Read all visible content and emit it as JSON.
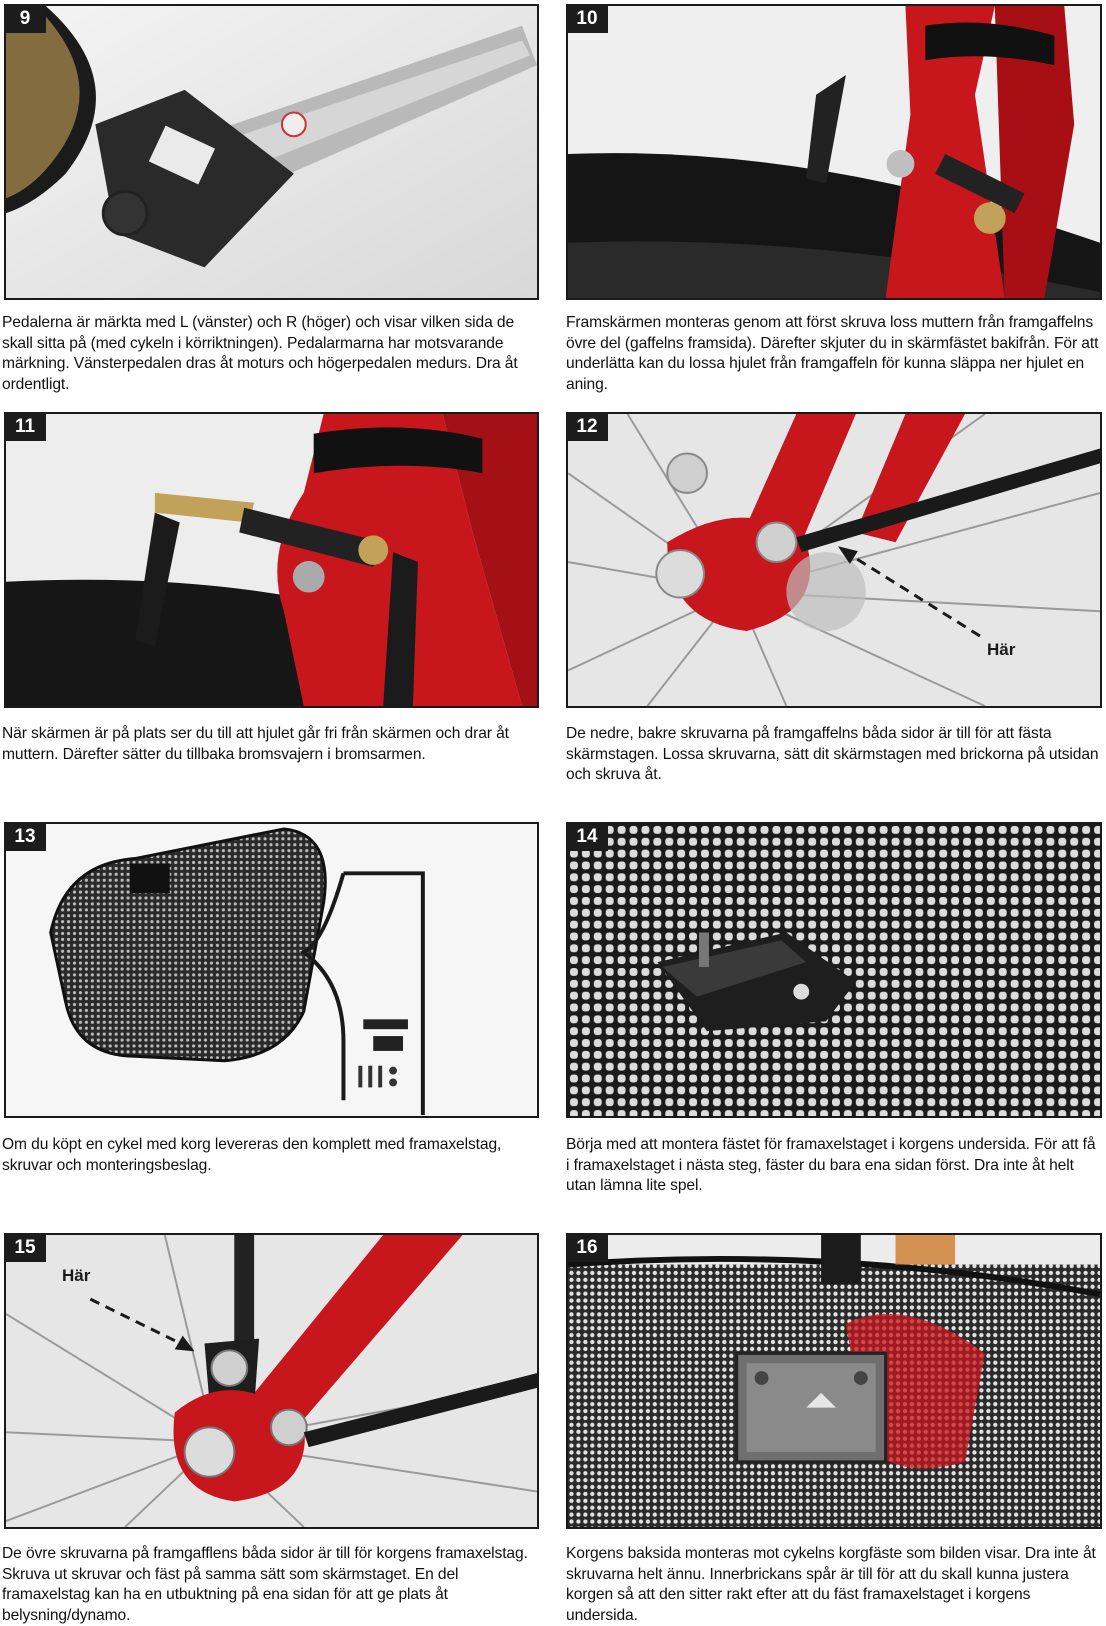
{
  "steps": [
    {
      "number": "9",
      "caption": "Pedalerna är märkta med L (vänster) och R (höger) och visar vilken sida de skall sitta på (med cykeln i körriktningen). Pedalarmarna har motsvarande märkning. Vänsterpedalen dras åt moturs och högerpedalen medurs. Dra åt ordentligt."
    },
    {
      "number": "10",
      "caption": "Framskärmen monteras genom att först skruva loss muttern från framgaffelns övre del (gaffelns framsida). Därefter skjuter du in skärmfästet bakifrån. För att underlätta kan du lossa hjulet från framgaffeln för kunna släppa ner hjulet en aning."
    },
    {
      "number": "11",
      "caption": "När skärmen är på plats ser du till att hjulet går fri från skärmen och drar åt muttern. Därefter sätter du tillbaka bromsvajern i bromsarmen."
    },
    {
      "number": "12",
      "caption": "De nedre, bakre skruvarna på framgaffelns båda sidor är till för att fästa skärmstagen. Lossa skruvarna, sätt dit skärmstagen med brickorna på utsidan och skruva åt.",
      "label": "Här"
    },
    {
      "number": "13",
      "caption": "Om du köpt en cykel med korg levereras den komplett med framaxelstag, skruvar och monteringsbeslag."
    },
    {
      "number": "14",
      "caption": "Börja med att montera fästet för framaxelstaget i korgens undersida. För att få i framaxelstaget i nästa steg, fäster du bara ena sidan först. Dra inte åt helt utan lämna lite spel."
    },
    {
      "number": "15",
      "caption": "De övre skruvarna på framgafflens båda sidor är till för korgens framaxelstag. Skruva ut skruvar och fäst på samma sätt som skärmstaget. En del framaxelstag kan ha en utbuktning på ena sidan för att ge plats åt belysning/dynamo.",
      "label": "Här"
    },
    {
      "number": "16",
      "caption": "Korgens baksida monteras mot cykelns korgfäste som bilden visar. Dra inte åt skruvarna helt ännu. Innerbrickans spår är till för att du skall kunna justera korgen så att den sitter rakt efter att du fäst framaxelstaget i korgens undersida."
    }
  ],
  "colors": {
    "frame_red": "#c8161d",
    "badge": "#1c1c1c",
    "border": "#1a1a1a"
  }
}
